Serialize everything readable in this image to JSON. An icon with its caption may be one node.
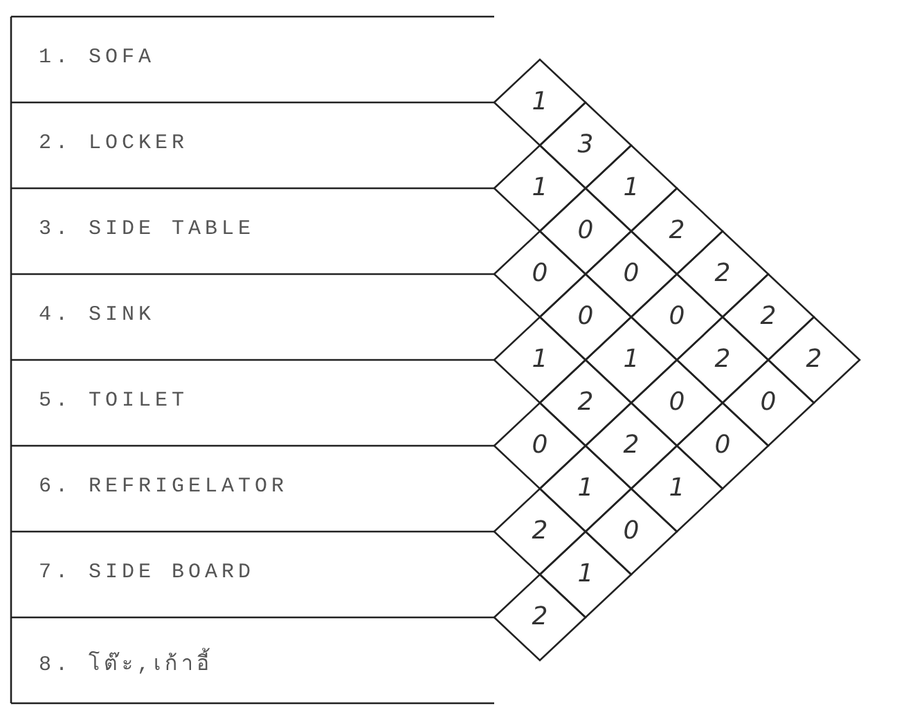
{
  "diagram": {
    "labels": [
      "1. SOFA",
      "2. LOCKER",
      "3. SIDE TABLE",
      "4. SINK",
      "5. TOILET",
      "6. REFRIGELATOR",
      "7. SIDE BOARD",
      "8. โต๊ะ,เก้าอี้",
      "1",
      "3",
      "1",
      "1",
      "0",
      "2",
      "0",
      "0",
      "2",
      "0",
      "0",
      "2",
      "1",
      "1",
      "2",
      "2",
      "2",
      "0",
      "0",
      "0",
      "2",
      "0",
      "1",
      "1",
      "2",
      "0",
      "1",
      "2"
    ]
  }
}
